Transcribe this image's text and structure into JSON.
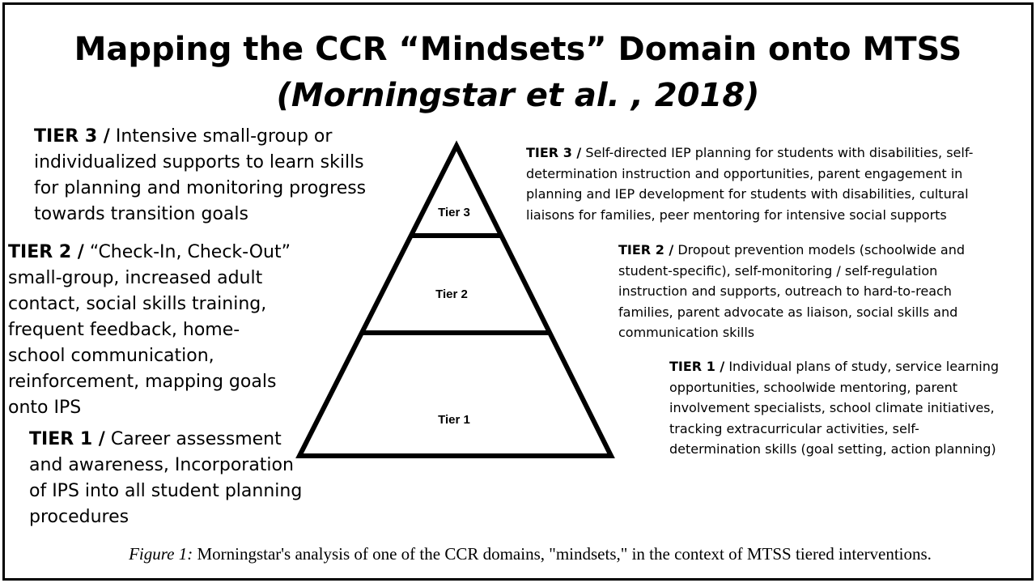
{
  "title": {
    "line1": "Mapping the CCR “Mindsets” Domain onto MTSS",
    "line2": "(Morningstar et al. , 2018)"
  },
  "pyramid": {
    "tier3_label": "Tier 3",
    "tier2_label": "Tier 2",
    "tier1_label": "Tier 1"
  },
  "left": {
    "tier3": {
      "label": "TIER 3 /",
      "text": "Intensive small-group or individualized supports to learn skills for planning and monitoring progress towards transition goals"
    },
    "tier2": {
      "label": "TIER 2 /",
      "text": "“Check-In, Check-Out” small-group, increased adult contact, social skills training, frequent feedback, home-school communication, reinforcement, mapping goals onto IPS"
    },
    "tier1": {
      "label": "TIER 1 /",
      "text": "Career assessment and awareness, Incorporation of IPS into all student planning procedures"
    }
  },
  "right": {
    "tier3": {
      "label": "TIER 3 /",
      "text": "Self-directed IEP planning for students with disabilities, self-determination instruction and opportunities, parent engagement in planning and IEP development for students with disabilities, cultural liaisons for families, peer mentoring for intensive social supports"
    },
    "tier2": {
      "label": "TIER 2 /",
      "text": "Dropout prevention models (schoolwide and student-specific), self-monitoring / self-regulation instruction and supports, outreach to hard-to-reach families, parent advocate as liaison, social skills and communication skills"
    },
    "tier1": {
      "label": "TIER 1 /",
      "text": "Individual plans of study, service learning opportunities, schoolwide mentoring, parent involvement specialists, school climate initiatives, tracking extracurricular activities, self-determination skills (goal setting, action planning)"
    }
  },
  "caption": {
    "figure_label": "Figure 1:",
    "text": "Morningstar's analysis of one of the CCR domains, \"mindsets,\" in the context of MTSS tiered interventions."
  }
}
